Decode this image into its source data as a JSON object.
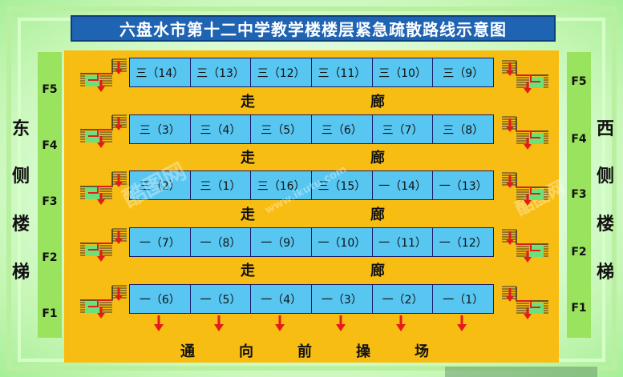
{
  "title": "六盘水市第十二中学教学楼楼层紧急疏散路线示意图",
  "left_side_label": [
    "东",
    "侧",
    "楼",
    "梯"
  ],
  "right_side_label": [
    "西",
    "侧",
    "楼",
    "梯"
  ],
  "floors": [
    {
      "label": "F5",
      "rooms": [
        "三（14）",
        "三（13）",
        "三（12）",
        "三（11）",
        "三（10）",
        "三（9）"
      ],
      "corridor": [
        "走",
        "廊"
      ]
    },
    {
      "label": "F4",
      "rooms": [
        "三（3）",
        "三（4）",
        "三（5）",
        "三（6）",
        "三（7）",
        "三（8）"
      ],
      "corridor": [
        "走",
        "廊"
      ]
    },
    {
      "label": "F3",
      "rooms": [
        "三（2）",
        "三（1）",
        "三（16）",
        "三（15）",
        "一（14）",
        "一（13）"
      ],
      "corridor": [
        "走",
        "廊"
      ]
    },
    {
      "label": "F2",
      "rooms": [
        "一（7）",
        "一（8）",
        "一（9）",
        "一（10）",
        "一（11）",
        "一（12）"
      ],
      "corridor": [
        "走",
        "廊"
      ]
    },
    {
      "label": "F1",
      "rooms": [
        "一（6）",
        "一（5）",
        "一（4）",
        "一（3）",
        "一（2）",
        "一（1）"
      ]
    }
  ],
  "exit_label": [
    "通",
    "向",
    "前",
    "操",
    "场"
  ],
  "watermark": [
    "酷图网",
    "www.ikutu.com"
  ],
  "colors": {
    "title_bg": "#1f63b3",
    "main_bg": "#f8bd12",
    "room": "#57c6f1",
    "side_bar": "#99e35f",
    "arrow": "#e41b1b"
  }
}
